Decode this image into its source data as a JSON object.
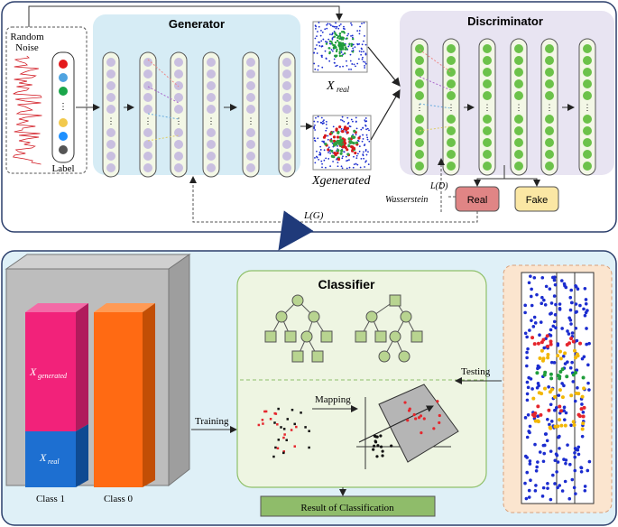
{
  "gan": {
    "noise_label": "Random\nNoise",
    "label_text": "Label",
    "generator_title": "Generator",
    "discriminator_title": "Discriminator",
    "x_real_main": "X",
    "x_real_sub": "real",
    "x_generated": "Xgenerated",
    "loss_d": "L(D)",
    "loss_g": "L(G)",
    "wasserstein": "Wasserstein",
    "real_button": "Real",
    "fake_button": "Fake",
    "label_colors": [
      "#e41a1c",
      "#4fa3e0",
      "#1aa64a",
      "#f2c94c",
      "#1e90ff",
      "#555555"
    ]
  },
  "bottom": {
    "classifier_title": "Classifier",
    "mapping_label": "Mapping",
    "training_label": "Training",
    "testing_label": "Testing",
    "result_label": "Result of Classification",
    "class1_label": "Class 1",
    "class0_label": "Class 0",
    "x_generated_bar": "X",
    "x_generated_bar_sub": "generated",
    "x_real_bar": "X",
    "x_real_bar_sub": "real"
  },
  "colors": {
    "generator_bg": "#d6ecf5",
    "discriminator_bg": "#e8e4f2",
    "node_purple": "#c9bfe0",
    "node_green": "#6cc24a",
    "real_box": "#e08585",
    "fake_box": "#fbe7a4",
    "classifier_bg": "#eef5e2",
    "bar_pink": "#f2227a",
    "bar_blue": "#1d6fd1",
    "bar_orange": "#ff6a13",
    "result_box": "#8fbc6a"
  }
}
